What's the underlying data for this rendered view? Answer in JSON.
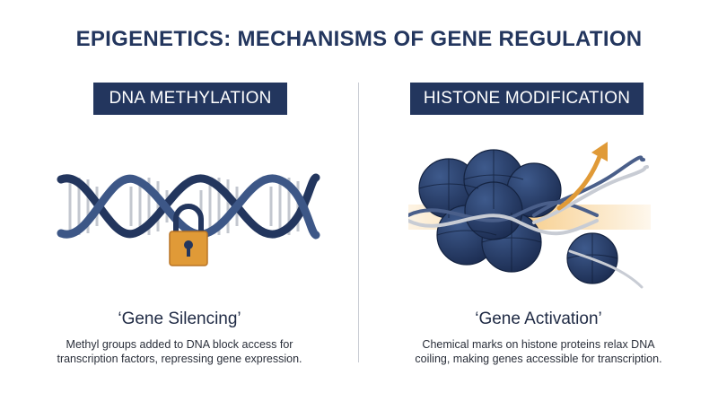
{
  "title": "EPIGENETICS: MECHANISMS OF GENE REGULATION",
  "left_panel": {
    "label": "DNA METHYLATION",
    "caption_title": "‘Gene Silencing’",
    "caption_lines": [
      "Methyl groups added to DNA block access for",
      "transcription factors, repressing gene expression."
    ]
  },
  "right_panel": {
    "label": "HISTONE MODIFICATION",
    "caption_title": "‘Gene Activation’",
    "caption_lines": [
      "Chemical marks on histone proteins relax DNA",
      "coiling, making genes accessible for transcription."
    ]
  },
  "colors": {
    "navy": "#23365e",
    "lock": "#e09a37",
    "glow": "#f3b24a"
  },
  "icons": [
    "dna-helix-icon",
    "padlock-icon",
    "histone-spheres-icon",
    "arrow-up-icon"
  ]
}
